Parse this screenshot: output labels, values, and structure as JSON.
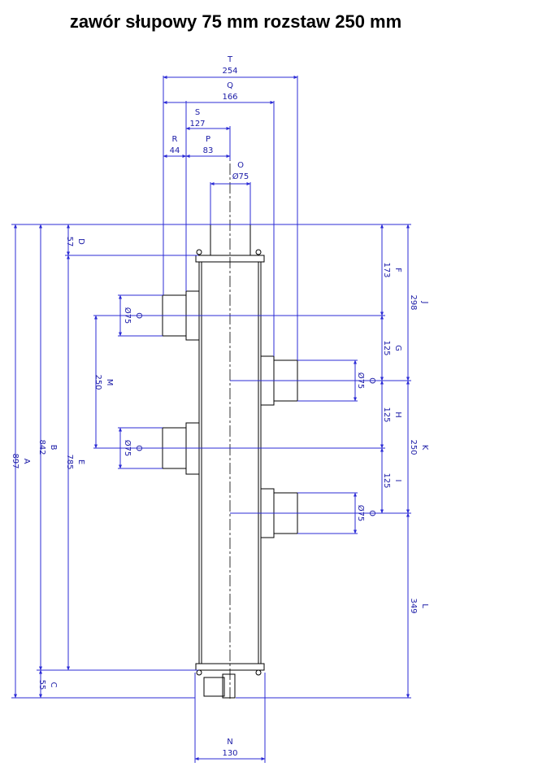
{
  "title": "zawór słupowy 75 mm rozstaw 250 mm",
  "colors": {
    "dimension": "#1a1aa6",
    "outline": "#000000"
  },
  "dimensions": {
    "T": {
      "letter": "T",
      "value": "254"
    },
    "Q": {
      "letter": "Q",
      "value": "166"
    },
    "S": {
      "letter": "S",
      "value": "127"
    },
    "R": {
      "letter": "R",
      "value": "44"
    },
    "P": {
      "letter": "P",
      "value": "83"
    },
    "O_top": {
      "letter": "O",
      "value": "Ø75"
    },
    "D": {
      "letter": "D",
      "value": "57"
    },
    "A": {
      "letter": "A",
      "value": "897"
    },
    "B": {
      "letter": "B",
      "value": "842"
    },
    "E": {
      "letter": "E",
      "value": "785"
    },
    "C": {
      "letter": "C",
      "value": "55"
    },
    "M": {
      "letter": "M",
      "value": "250"
    },
    "O_left1": {
      "letter": "O",
      "value": "Ø75"
    },
    "O_left2": {
      "letter": "O",
      "value": "Ø75"
    },
    "O_right1": {
      "letter": "O",
      "value": "Ø75"
    },
    "O_right2": {
      "letter": "O",
      "value": "Ø75"
    },
    "F": {
      "letter": "F",
      "value": "173"
    },
    "G": {
      "letter": "G",
      "value": "125"
    },
    "H": {
      "letter": "H",
      "value": "125"
    },
    "I": {
      "letter": "I",
      "value": "125"
    },
    "J": {
      "letter": "J",
      "value": "298"
    },
    "K": {
      "letter": "K",
      "value": "250"
    },
    "L": {
      "letter": "L",
      "value": "349"
    },
    "N": {
      "letter": "N",
      "value": "130"
    }
  }
}
